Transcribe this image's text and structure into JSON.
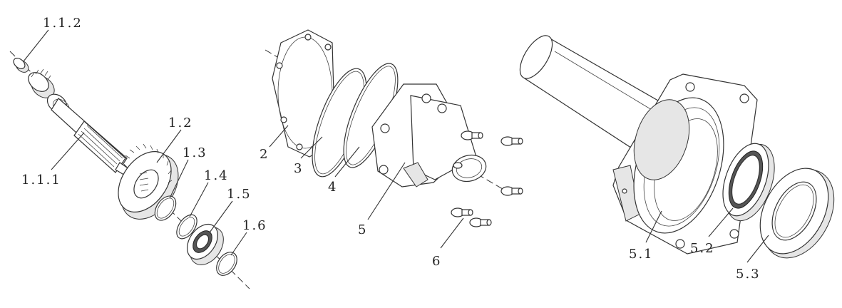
{
  "labels": {
    "l112": "1.1.2",
    "l111": "1.1.1",
    "l12": "1.2",
    "l13": "1.3",
    "l14": "1.4",
    "l15": "1.5",
    "l16": "1.6",
    "l2": "2",
    "l3": "3",
    "l4": "4",
    "l5": "5",
    "l6": "6",
    "l51": "5.1",
    "l52": "5.2",
    "l53": "5.3"
  }
}
